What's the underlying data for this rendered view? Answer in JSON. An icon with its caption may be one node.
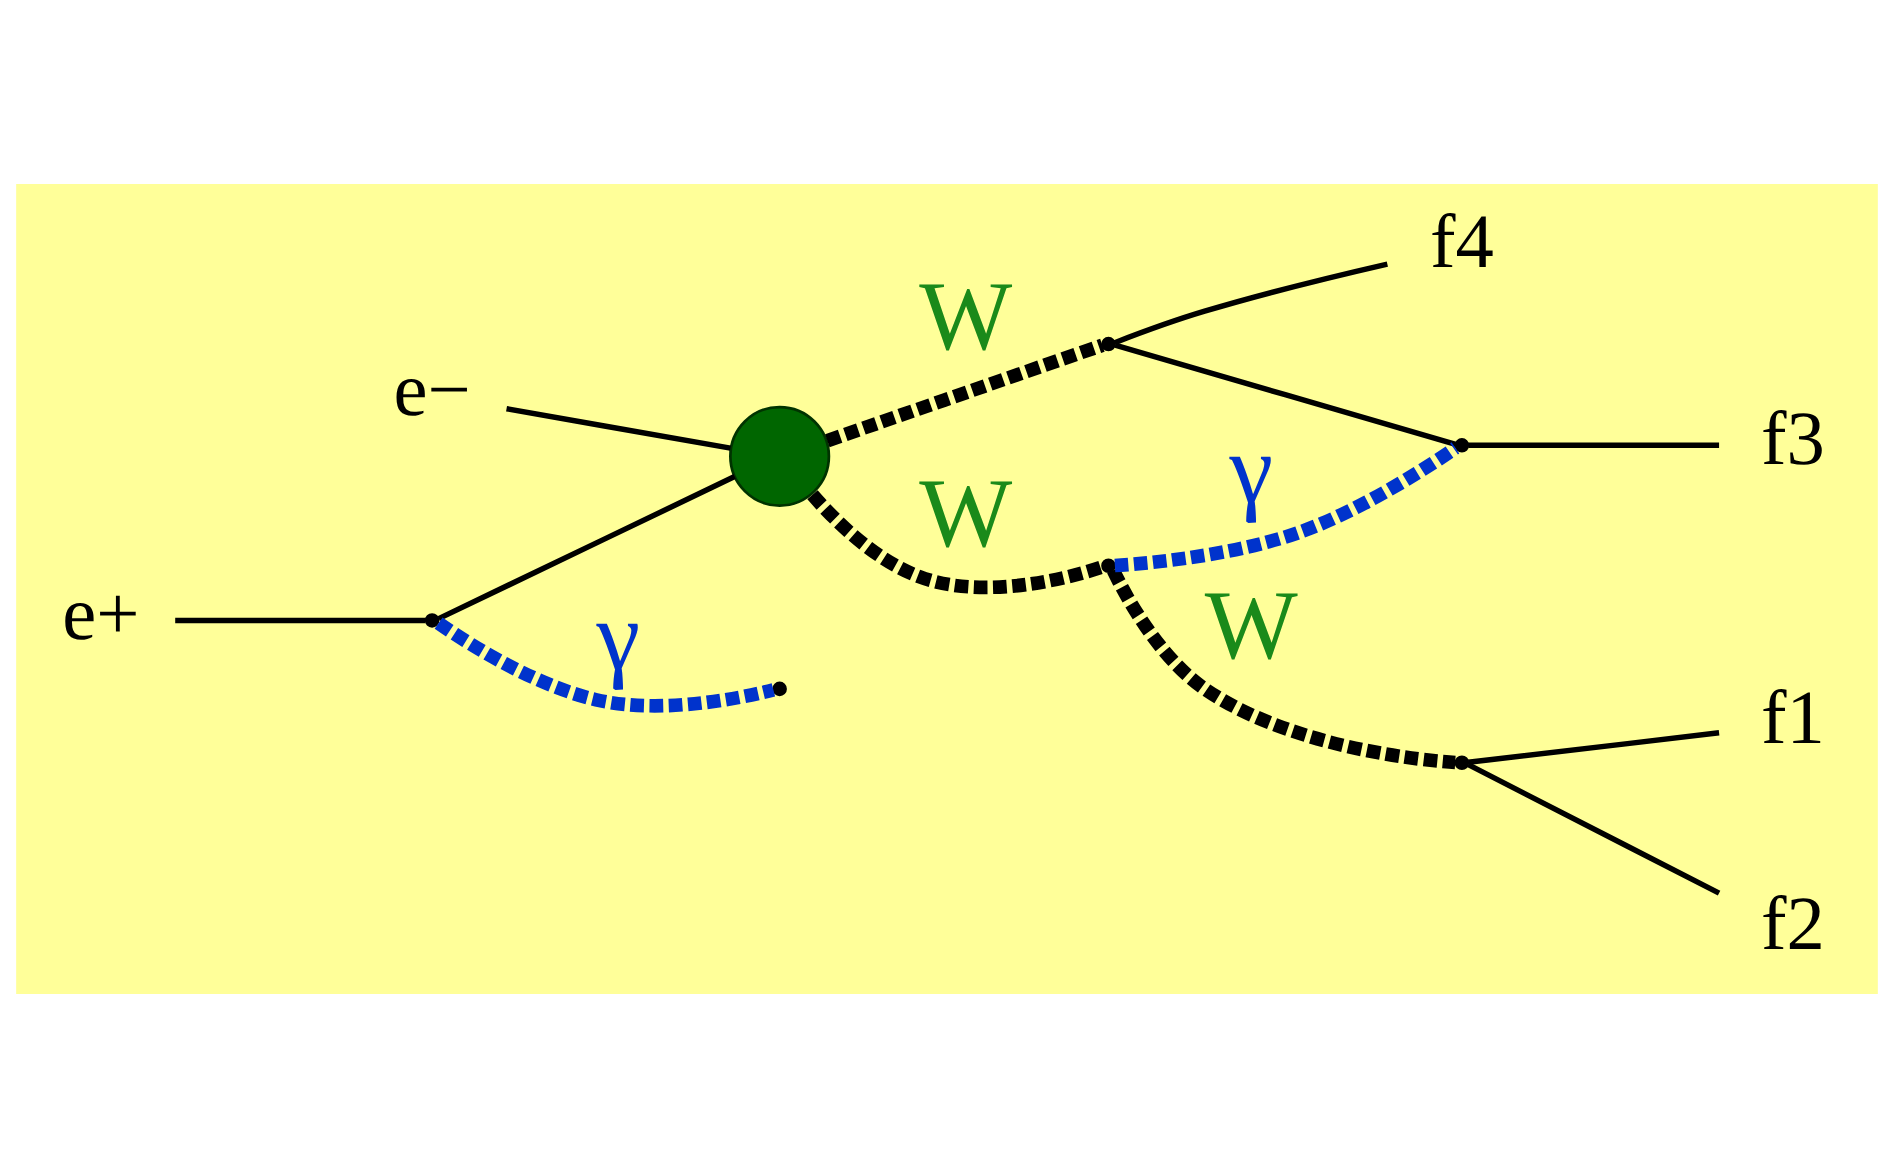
{
  "diagram": {
    "nodes": [
      {
        "text": [
          "e−"
        ]
      },
      {
        "text": [
          "e+"
        ]
      },
      {
        "text": [],
        "shape": "circle"
      },
      {
        "text": [],
        "shape": "point"
      },
      {
        "text": [],
        "shape": "point"
      },
      {
        "text": [
          "f1"
        ]
      },
      {
        "text": [
          "f2"
        ]
      },
      {
        "text": [
          "f3"
        ]
      },
      {
        "text": [
          "f4"
        ]
      },
      {
        "text": [],
        "shape": "point"
      },
      {
        "text": [],
        "shape": "point"
      },
      {
        "text": [],
        "shape": "point"
      },
      {
        "text": [],
        "shape": "point"
      }
    ],
    "edges": [
      {
        "from": 0,
        "to": 2,
        "arrow": "none"
      },
      {
        "from": 1,
        "to": 11,
        "arrow": "none"
      },
      {
        "from": 11,
        "to": 2,
        "arrow": "none"
      },
      {
        "from": 2,
        "to": 9,
        "arrow": "none",
        "style": "dashed",
        "label": "W"
      },
      {
        "from": 9,
        "to": 3,
        "arrow": "none",
        "style": "dashed",
        "label": "W"
      },
      {
        "from": 2,
        "to": 4,
        "arrow": "none",
        "style": "dashed",
        "label": "W"
      },
      {
        "from": 3,
        "to": 5,
        "arrow": "none"
      },
      {
        "from": 3,
        "to": 6,
        "arrow": "none"
      },
      {
        "from": 4,
        "to": 10,
        "arrow": "none"
      },
      {
        "from": 10,
        "to": 7,
        "arrow": "none"
      },
      {
        "from": 4,
        "to": 8,
        "arrow": "none"
      },
      {
        "from": 9,
        "to": 10,
        "arrow": "none",
        "style": "dashed",
        "color": "#0033cc",
        "label": "γ"
      },
      {
        "from": 11,
        "to": 12,
        "arrow": "none",
        "style": "dashed",
        "color": "#0033cc",
        "label": "γ"
      }
    ]
  }
}
